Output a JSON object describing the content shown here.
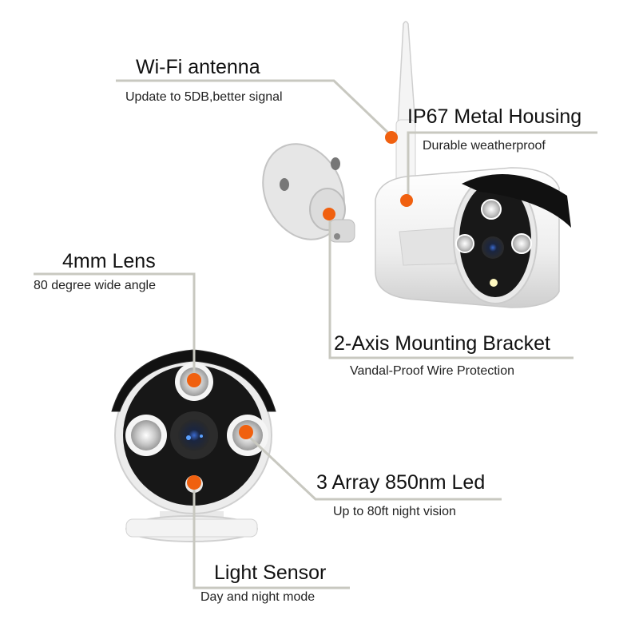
{
  "callouts": {
    "wifi_antenna": {
      "title": "Wi-Fi antenna",
      "subtitle": "Update to 5DB,better signal"
    },
    "metal_housing": {
      "title": "IP67 Metal Housing",
      "subtitle": "Durable weatherproof"
    },
    "lens": {
      "title": "4mm Lens",
      "subtitle": "80 degree wide angle"
    },
    "mounting_bracket": {
      "title": "2-Axis Mounting Bracket",
      "subtitle": "Vandal-Proof Wire Protection"
    },
    "led_array": {
      "title": "3 Array 850nm Led",
      "subtitle": "Up to 80ft night vision"
    },
    "light_sensor": {
      "title": "Light Sensor",
      "subtitle": "Day and night mode"
    }
  },
  "colors": {
    "marker": "#f0600f",
    "leader_line": "#c8c8c0",
    "camera_body": "#f2f2f2",
    "camera_face": "#1a1a1a"
  }
}
